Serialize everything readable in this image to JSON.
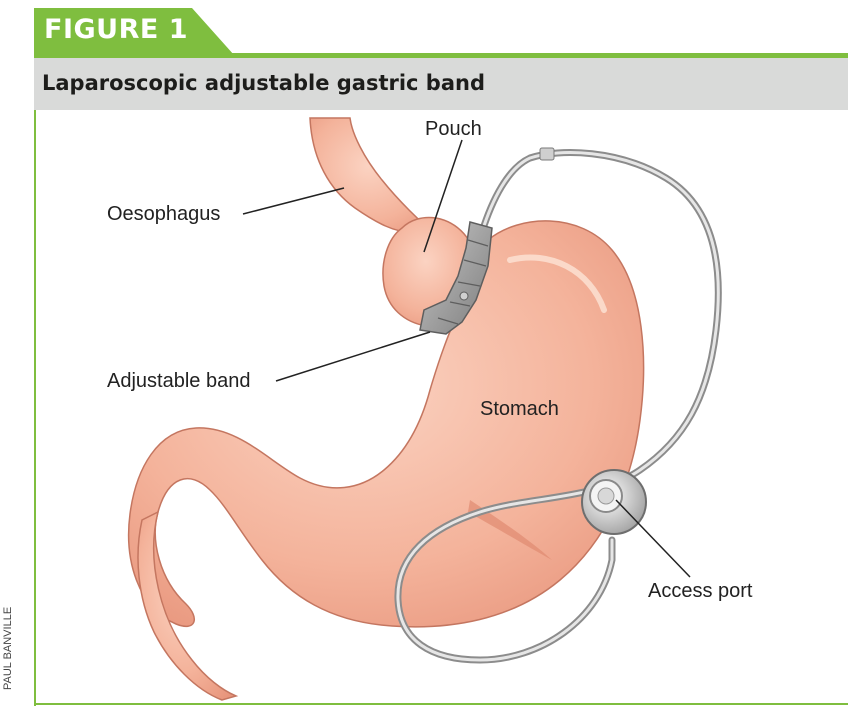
{
  "figure": {
    "tab_label": "FIGURE 1",
    "title": "Laparoscopic adjustable gastric band",
    "credit": "PAUL BANVILLE",
    "accent_color": "#7fbe3f",
    "title_bar_color": "#d9dad9"
  },
  "labels": {
    "pouch": "Pouch",
    "oesophagus": "Oesophagus",
    "adjustable_band": "Adjustable band",
    "stomach": "Stomach",
    "access_port": "Access port"
  },
  "colors": {
    "organ_fill": "#f4b7a0",
    "organ_shadow": "#e48f76",
    "band_fill": "#9a9a9a",
    "tube_stroke": "#8c8c8c"
  }
}
